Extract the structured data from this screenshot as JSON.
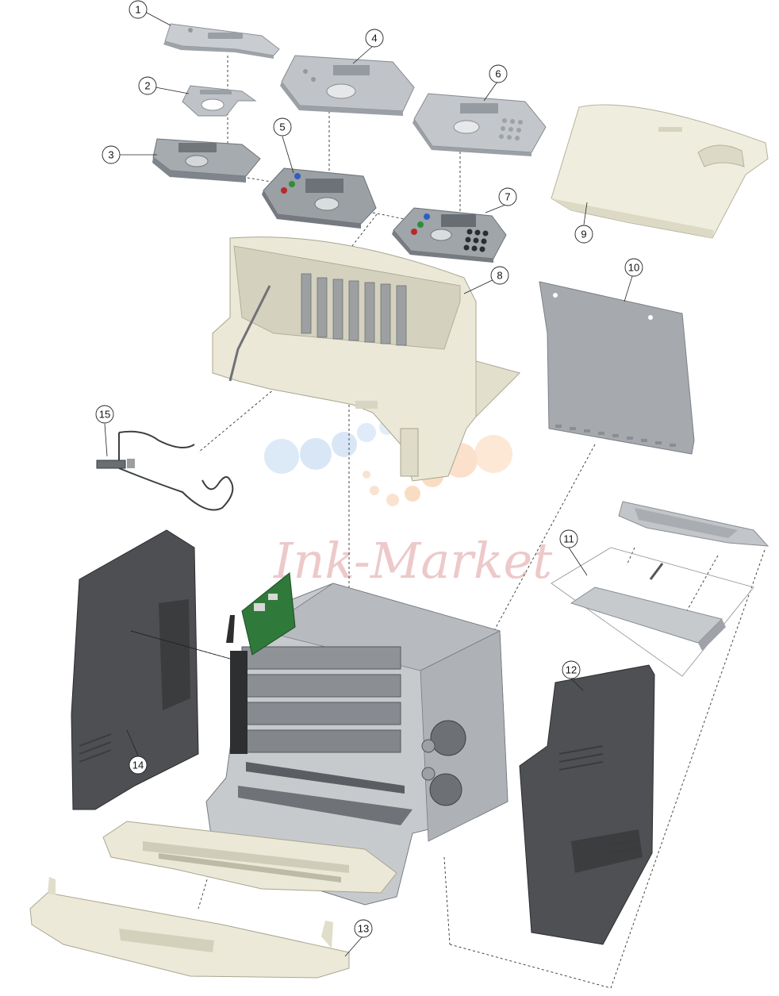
{
  "watermark": {
    "text": "Ink-Market",
    "dot_colors": [
      "#c9dcf3",
      "#f9dcc2",
      "#f5c9a4",
      "#d6e6f6"
    ]
  },
  "callouts": [
    "1",
    "2",
    "3",
    "4",
    "5",
    "6",
    "7",
    "8",
    "9",
    "10",
    "11",
    "12",
    "13",
    "14",
    "15"
  ],
  "colors": {
    "panel_gray": "#b9bdc2",
    "panel_dark": "#8e9399",
    "cream": "#ebe9da",
    "cover_dark": "#4d4f52",
    "frame_gray": "#c3c6c9",
    "board_green": "#2f7a3a"
  }
}
